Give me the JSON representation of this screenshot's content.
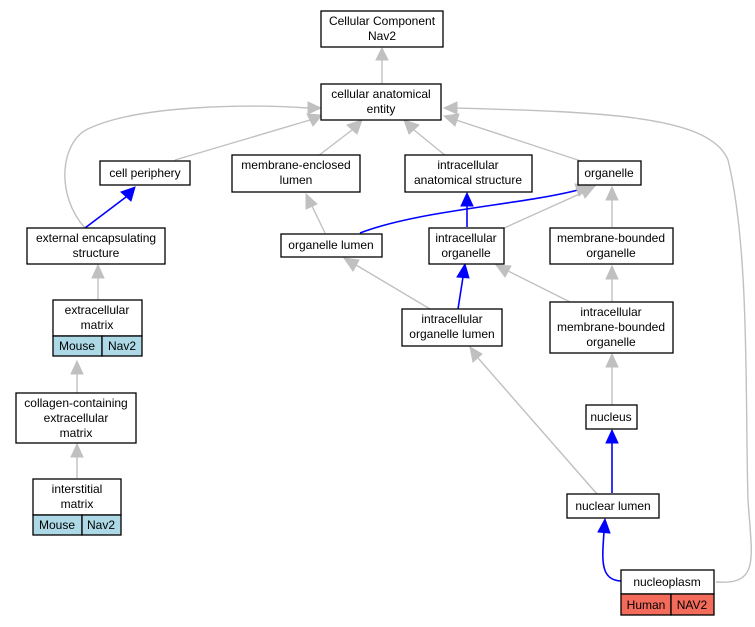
{
  "title": {
    "line1": "Cellular Component",
    "line2": "Nav2"
  },
  "nodes": {
    "cae": {
      "line1": "cellular anatomical",
      "line2": "entity"
    },
    "cell_periphery": "cell periphery",
    "mel": {
      "line1": "membrane-enclosed",
      "line2": "lumen"
    },
    "ias": {
      "line1": "intracellular",
      "line2": "anatomical structure"
    },
    "organelle": "organelle",
    "ees": {
      "line1": "external encapsulating",
      "line2": "structure"
    },
    "organelle_lumen": "organelle lumen",
    "io": {
      "line1": "intracellular",
      "line2": "organelle"
    },
    "mbo": {
      "line1": "membrane-bounded",
      "line2": "organelle"
    },
    "ecm": {
      "line1": "extracellular",
      "line2": "matrix",
      "badge_species": "Mouse",
      "badge_gene": "Nav2"
    },
    "iol": {
      "line1": "intracellular",
      "line2": "organelle lumen"
    },
    "imbo": {
      "line1": "intracellular",
      "line2": "membrane-bounded",
      "line3": "organelle"
    },
    "ccecm": {
      "line1": "collagen-containing",
      "line2": "extracellular",
      "line3": "matrix"
    },
    "nucleus": "nucleus",
    "im": {
      "line1": "interstitial",
      "line2": "matrix",
      "badge_species": "Mouse",
      "badge_gene": "Nav2"
    },
    "nuclear_lumen": "nuclear lumen",
    "nucleoplasm": {
      "label": "nucleoplasm",
      "badge_species": "Human",
      "badge_gene": "NAV2"
    }
  },
  "colors": {
    "grey_edge": "#c0c0c0",
    "blue_edge": "#0000ff",
    "mouse_badge": "#add8e6",
    "human_badge": "#f36b5a"
  }
}
